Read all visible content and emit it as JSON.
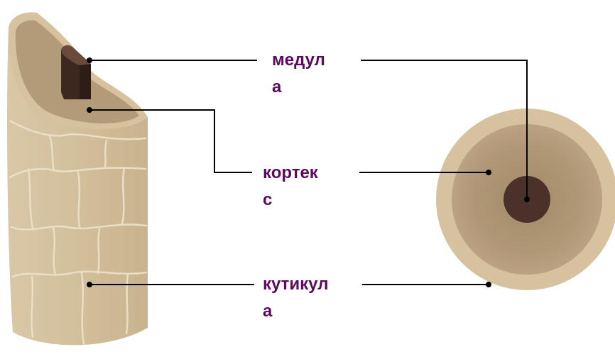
{
  "labels": {
    "medulla": {
      "line1": "медул",
      "line2": "а"
    },
    "cortex": {
      "line1": "кортек",
      "line2": "с"
    },
    "cuticle": {
      "line1": "кутикул",
      "line2": "а"
    }
  },
  "colors": {
    "label_text": "#5b0a5e",
    "leader_line": "#000000",
    "cuticle": "#d6c29e",
    "cortex": "#b39a78",
    "cortex_dark": "#a58c6b",
    "medulla": "#4a322a",
    "scale_lines": "#ebe1c9"
  }
}
